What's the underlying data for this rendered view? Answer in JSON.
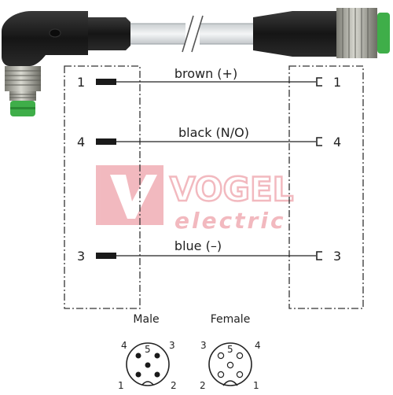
{
  "colors": {
    "line": "#222222",
    "dashed_box": "#333333",
    "cable_jacket": "#e6e9ea",
    "cable_outline": "#9aa0a4",
    "connector_black": "#1e1e1e",
    "metal": "#b8b8b0",
    "contact_green": "#3fae49",
    "watermark": "#d8283a"
  },
  "watermark": {
    "brand": "VOGEL",
    "sub": "electric"
  },
  "wires": [
    {
      "left_pin": "1",
      "right_pin": "1",
      "label": "brown  (+)"
    },
    {
      "left_pin": "4",
      "right_pin": "4",
      "label": "black  (N/O)"
    },
    {
      "left_pin": "3",
      "right_pin": "3",
      "label": "blue  (–)"
    }
  ],
  "faces": {
    "male": {
      "title": "Male",
      "pins": {
        "p1": "1",
        "p2": "2",
        "p3": "3",
        "p4": "4",
        "p5": "5"
      }
    },
    "female": {
      "title": "Female",
      "pins": {
        "p1": "1",
        "p2": "2",
        "p3": "3",
        "p4": "4",
        "p5": "5"
      }
    }
  }
}
